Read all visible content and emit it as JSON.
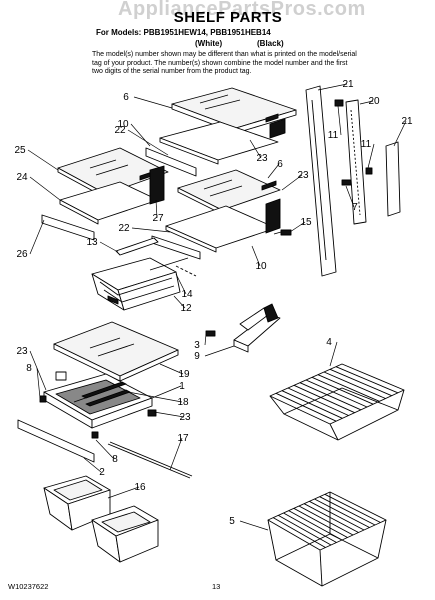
{
  "header": {
    "watermark": "AppliancePartsPros.com",
    "title": "SHELF PARTS",
    "models": "For Models: PBB1951HEW14, PBB1951HEB14",
    "color_white": "(White)",
    "color_black": "(Black)",
    "note": "The model(s) number shown may be different than what is printed on the model/serial tag of your product. The number(s) shown combine the model number and the first two digits of the serial number from the product tag."
  },
  "footer": {
    "doc_number": "W10237622",
    "page_number": "13"
  },
  "callouts": [
    "6",
    "20",
    "21",
    "10",
    "22",
    "11",
    "11",
    "25",
    "23",
    "21",
    "24",
    "27",
    "23",
    "6",
    "7",
    "15",
    "22",
    "26",
    "13",
    "10",
    "14",
    "12",
    "4",
    "3",
    "9",
    "23",
    "8",
    "19",
    "1",
    "18",
    "23",
    "17",
    "8",
    "2",
    "16",
    "5"
  ]
}
